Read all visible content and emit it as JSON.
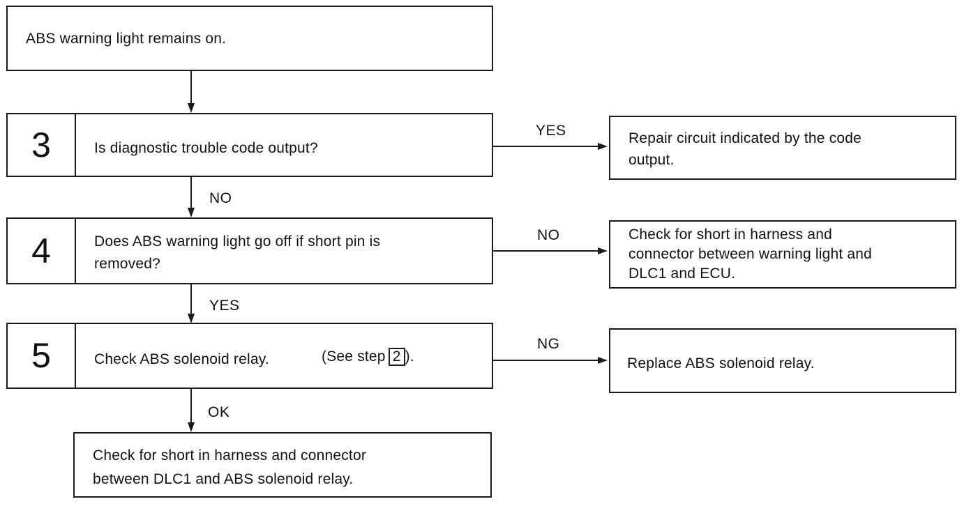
{
  "start": {
    "text": "ABS warning light remains on."
  },
  "steps": [
    {
      "number": "3",
      "question": "Is diagnostic trouble code output?",
      "branch_label": "YES",
      "down_label": "NO",
      "result": [
        "Repair circuit indicated by the code",
        "output."
      ]
    },
    {
      "number": "4",
      "question": [
        "Does ABS warning light go off if short pin is",
        "removed?"
      ],
      "branch_label": "NO",
      "down_label": "YES",
      "result": [
        "Check for short in harness and",
        "connector between warning light and",
        "DLC1 and ECU."
      ]
    },
    {
      "number": "5",
      "question": "Check ABS solenoid relay.",
      "ref_prefix": "(See step",
      "ref_step": "2",
      "ref_suffix": ").",
      "branch_label": "NG",
      "down_label": "OK",
      "result": [
        "Replace ABS solenoid relay."
      ]
    }
  ],
  "end": {
    "text": [
      "Check for short in harness and connector",
      "between DLC1 and ABS solenoid relay."
    ]
  }
}
